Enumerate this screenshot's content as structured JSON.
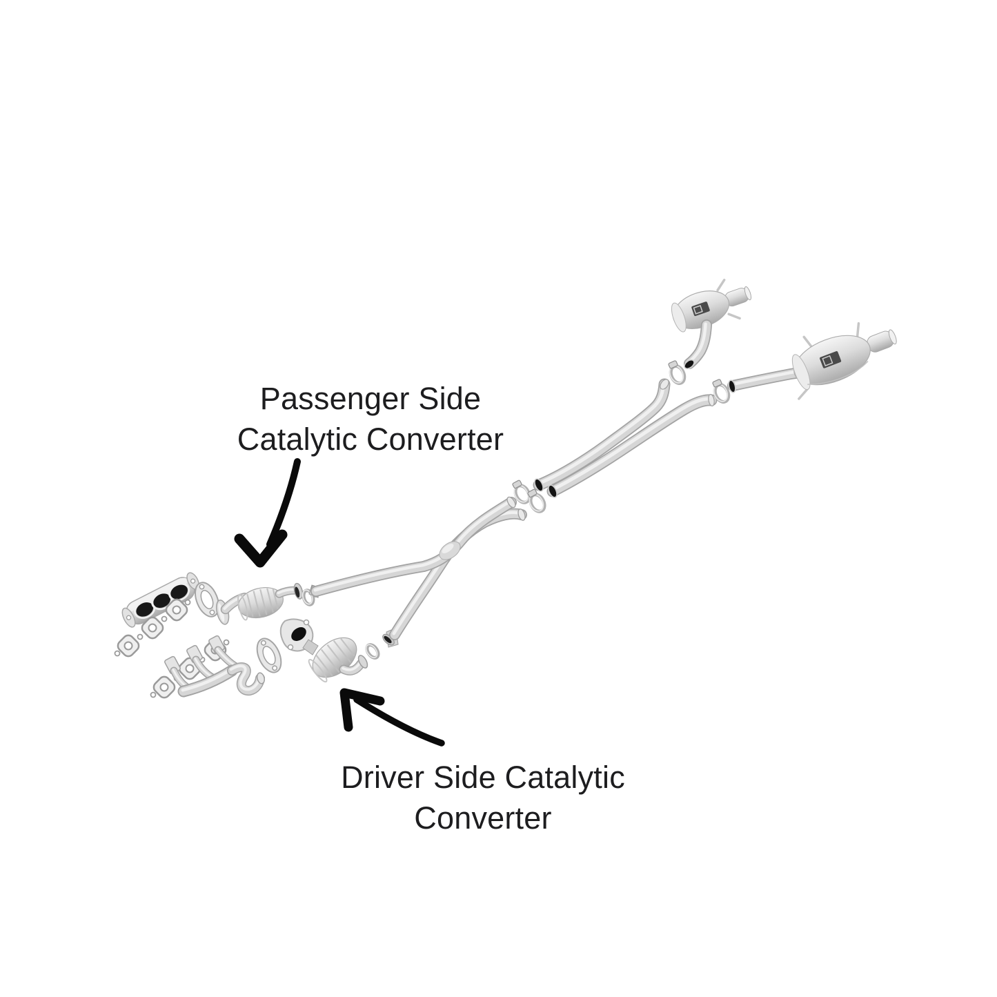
{
  "page": {
    "background_color": "#ffffff"
  },
  "annotations": {
    "passenger_label": {
      "line1": "Passenger Side",
      "line2": "Catalytic Converter"
    },
    "driver_label": {
      "line1": "Driver Side Catalytic",
      "line2": "Converter"
    }
  },
  "colors": {
    "label_text": "#1d1d1f",
    "arrow": "#0a0a0a",
    "metal_highlight": "#f5f5f5",
    "metal_base": "#d6d6d6",
    "metal_shadow": "#a3a3a3",
    "pipe_opening_dark": "#141414"
  },
  "illustration": {
    "type": "exploded-exhaust-system-diagram",
    "parts": [
      "passenger-exhaust-manifold",
      "passenger-manifold-gasket",
      "driver-manifold-gasket",
      "driver-exhaust-manifold",
      "oval-flange-gasket",
      "passenger-catalytic-converter",
      "driver-catalytic-converter",
      "gasket-ring",
      "front-pipe",
      "x-pipe-crossover",
      "band-clamp",
      "over-axle-pipe",
      "passenger-muffler-with-tip",
      "driver-muffler-with-tip"
    ]
  }
}
